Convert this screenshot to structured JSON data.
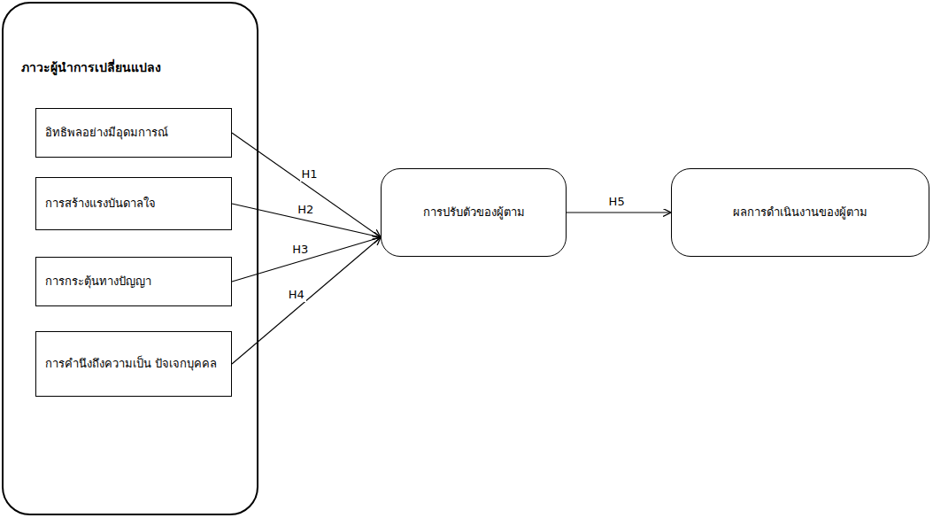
{
  "diagram": {
    "nodes": [
      {
        "text": [
          "ภาวะผู้นำการเปลี่ยนแปลง"
        ]
      },
      {
        "text": [
          "อิทธิพลอย่างมีอุดมการณ์"
        ],
        "in": 0
      },
      {
        "text": [
          "การสร้างแรงบันดาลใจ"
        ],
        "in": 0
      },
      {
        "text": [
          "การกระตุ้นทางปัญญา"
        ],
        "in": 0
      },
      {
        "text": [
          "การคำนึงถึงความเป็น ปัจเจกบุคคล"
        ],
        "in": 0
      },
      {
        "text": [
          "การปรับตัวของผู้ตาม"
        ]
      },
      {
        "text": [
          "ผลการดำเนินงานของผู้ตาม"
        ]
      }
    ],
    "edges": [
      {
        "from": 1,
        "to": 5,
        "label": "H1",
        "arrow": "to"
      },
      {
        "from": 2,
        "to": 5,
        "label": "H2",
        "arrow": "to"
      },
      {
        "from": 3,
        "to": 5,
        "label": "H3",
        "arrow": "to"
      },
      {
        "from": 4,
        "to": 5,
        "label": "H4",
        "arrow": "to"
      },
      {
        "from": 5,
        "to": 6,
        "label": "H5",
        "arrow": "to"
      }
    ]
  }
}
